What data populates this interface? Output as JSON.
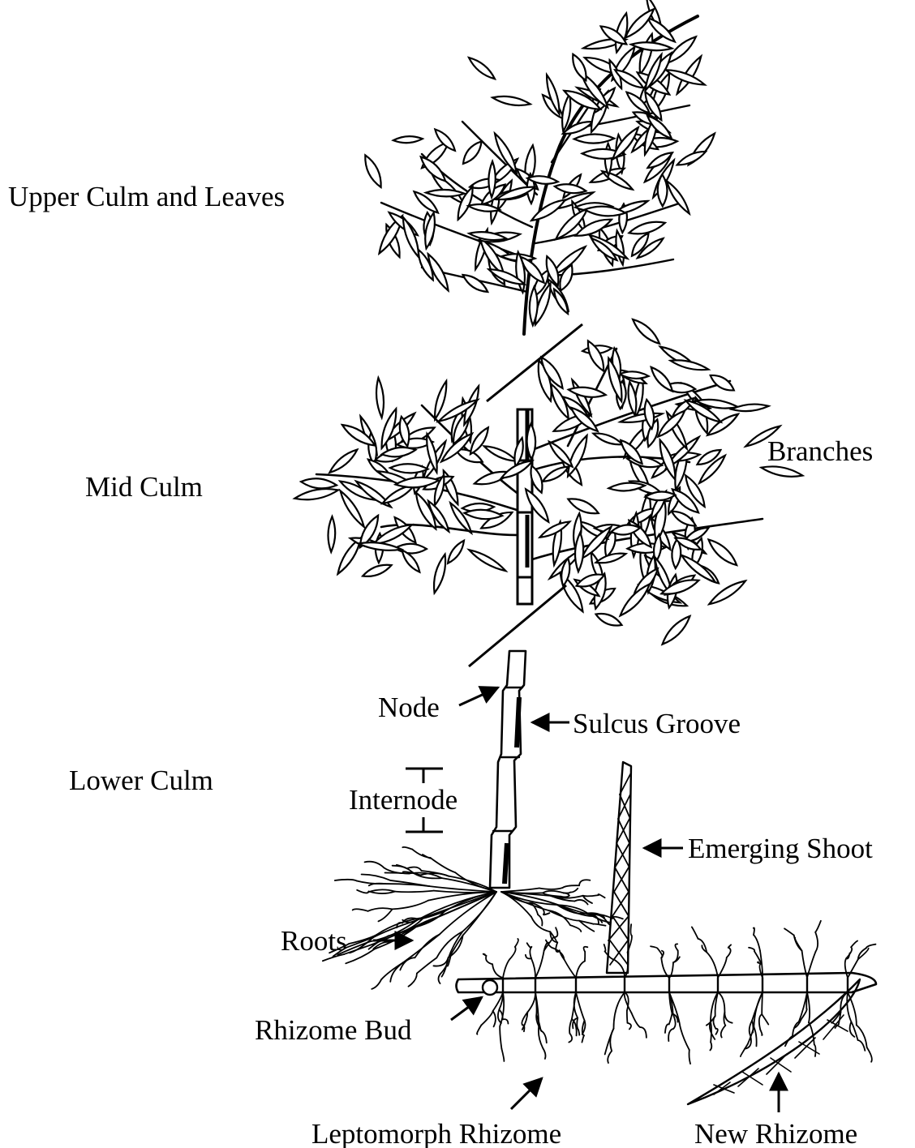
{
  "labels": {
    "upper_culm": "Upper Culm and Leaves",
    "mid_culm": "Mid Culm",
    "branches": "Branches",
    "lower_culm": "Lower Culm",
    "node": "Node",
    "sulcus_groove": "Sulcus Groove",
    "internode": "Internode",
    "emerging_shoot": "Emerging Shoot",
    "roots": "Roots",
    "rhizome_bud": "Rhizome Bud",
    "leptomorph_rhizome": "Leptomorph Rhizome",
    "new_rhizome": "New Rhizome"
  },
  "colors": {
    "ink": "#000000",
    "paper": "#ffffff"
  }
}
